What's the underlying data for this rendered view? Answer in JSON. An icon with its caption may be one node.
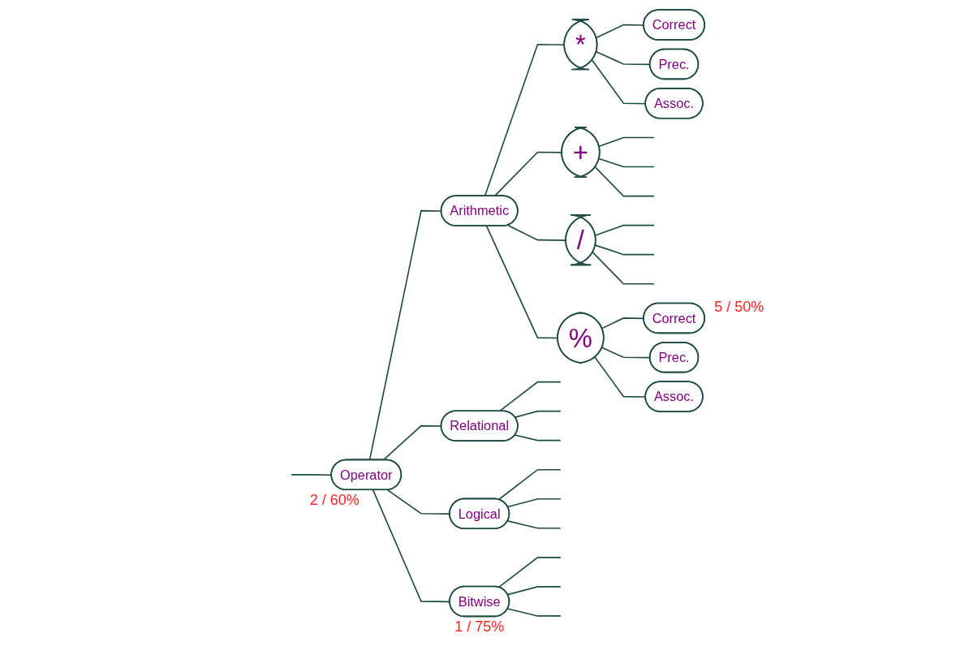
{
  "diagram": {
    "nodes": [
      {
        "text": [
          "Operator"
        ],
        "beside": [
          "2 / 60%"
        ]
      },
      {
        "text": [
          "Arithmetic"
        ]
      },
      {
        "text": [
          "Relational"
        ]
      },
      {
        "text": [
          "Logical"
        ]
      },
      {
        "text": [
          "Bitwise"
        ],
        "beside": [
          "1 / 75%"
        ]
      },
      {
        "text": [
          "*"
        ]
      },
      {
        "text": [
          "+"
        ]
      },
      {
        "text": [
          "/"
        ]
      },
      {
        "text": [
          "%"
        ]
      },
      {
        "text": [
          "Correct"
        ]
      },
      {
        "text": [
          "Prec."
        ]
      },
      {
        "text": [
          "Assoc."
        ]
      },
      {
        "text": [
          "Correct"
        ],
        "beside": [
          "5 / 50%"
        ]
      },
      {
        "text": [
          "Prec."
        ]
      },
      {
        "text": [
          "Assoc."
        ]
      }
    ],
    "edges": [
      {
        "from": null,
        "to": 0,
        "arrow": "none"
      },
      {
        "from": 0,
        "to": 1,
        "arrow": "none"
      },
      {
        "from": 0,
        "to": 2,
        "arrow": "none"
      },
      {
        "from": 0,
        "to": 3,
        "arrow": "none"
      },
      {
        "from": 0,
        "to": 4,
        "arrow": "none"
      },
      {
        "from": 1,
        "to": 5,
        "arrow": "none"
      },
      {
        "from": 1,
        "to": 6,
        "arrow": "none"
      },
      {
        "from": 1,
        "to": 7,
        "arrow": "none"
      },
      {
        "from": 1,
        "to": 8,
        "arrow": "none"
      },
      {
        "from": 5,
        "to": 9,
        "arrow": "none"
      },
      {
        "from": 5,
        "to": 10,
        "arrow": "none"
      },
      {
        "from": 5,
        "to": 11,
        "arrow": "none"
      },
      {
        "from": 6,
        "to": null,
        "arrow": "none"
      },
      {
        "from": 6,
        "to": null,
        "arrow": "none"
      },
      {
        "from": 6,
        "to": null,
        "arrow": "none"
      },
      {
        "from": 7,
        "to": null,
        "arrow": "none"
      },
      {
        "from": 7,
        "to": null,
        "arrow": "none"
      },
      {
        "from": 7,
        "to": null,
        "arrow": "none"
      },
      {
        "from": 8,
        "to": 12,
        "arrow": "none"
      },
      {
        "from": 8,
        "to": 13,
        "arrow": "none"
      },
      {
        "from": 8,
        "to": 14,
        "arrow": "none"
      },
      {
        "from": 2,
        "to": null,
        "arrow": "none"
      },
      {
        "from": 2,
        "to": null,
        "arrow": "none"
      },
      {
        "from": 2,
        "to": null,
        "arrow": "none"
      },
      {
        "from": 3,
        "to": null,
        "arrow": "none"
      },
      {
        "from": 3,
        "to": null,
        "arrow": "none"
      },
      {
        "from": 3,
        "to": null,
        "arrow": "none"
      },
      {
        "from": 4,
        "to": null,
        "arrow": "none"
      },
      {
        "from": 4,
        "to": null,
        "arrow": "none"
      },
      {
        "from": 4,
        "to": null,
        "arrow": "none"
      }
    ]
  }
}
